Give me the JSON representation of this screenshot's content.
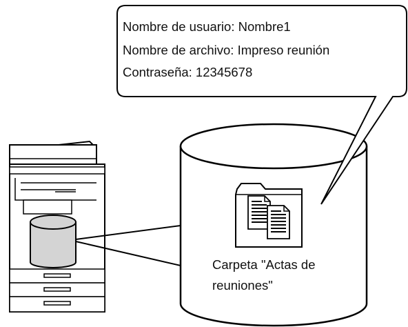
{
  "callout": {
    "user_line": "Nombre de usuario: Nombre1",
    "file_line": "Nombre de archivo: Impreso reunión",
    "password_line": "Contraseña: 12345678"
  },
  "folder": {
    "caption_line1": "Carpeta \"Actas de",
    "caption_line2": "reuniones\""
  },
  "colors": {
    "stroke": "#000000",
    "printer_fill": "#ffffff",
    "small_storage_fill": "#d4d4d4"
  },
  "icons": [
    "printer-icon",
    "storage-drum-icon",
    "folder-icon",
    "document-icon"
  ]
}
